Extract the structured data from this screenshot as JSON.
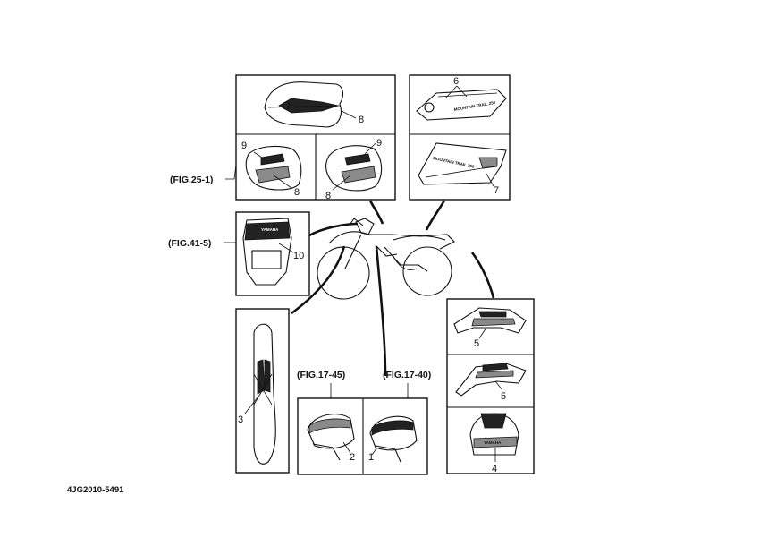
{
  "diagram": {
    "fig_refs": {
      "fig_25_1": "(FIG.25-1)",
      "fig_41_5": "(FIG.41-5)",
      "fig_17_45": "(FIG.17-45)",
      "fig_17_40": "(FIG.17-40)"
    },
    "parts": {
      "p1": "1",
      "p2": "2",
      "p3": "3",
      "p4": "4",
      "p5a": "5",
      "p5b": "5",
      "p6": "6",
      "p7": "7",
      "p8a": "8",
      "p8b": "8",
      "p8c": "8",
      "p9a": "9",
      "p9b": "9",
      "p10": "10"
    },
    "decals": {
      "yamaha_headlight": "YAMAHA",
      "yamaha_rear": "YAMAHA",
      "mountain_trail_top": "MOUNTAIN TRAIL 250",
      "mountain_trail_bottom": "MOUNTAIN TRAIL 250"
    },
    "drawing_code": "4JG2010-5491"
  }
}
